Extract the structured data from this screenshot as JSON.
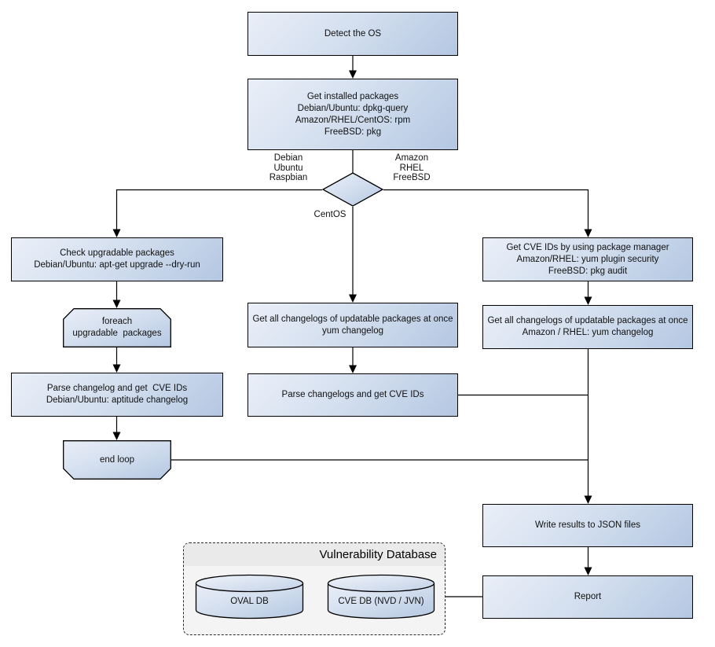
{
  "diagram": {
    "nodes": {
      "detect_os": "Detect the OS",
      "get_installed_packages": "Get installed packages\nDebian/Ubuntu: dpkg-query\nAmazon/RHEL/CentOS: rpm\nFreeBSD: pkg",
      "check_upgradable_packages": "Check upgradable packages\nDebian/Ubuntu: apt-get upgrade --dry-run",
      "foreach_loop": "foreach\nupgradable  packages",
      "parse_changelog_debian": "Parse changelog and get  CVE IDs\nDebian/Ubuntu: aptitude changelog",
      "end_loop": "end loop",
      "get_changelogs_centos": "Get all changelogs of updatable packages at once\nyum changelog",
      "parse_changelogs_centos": "Parse changelogs and get CVE IDs",
      "get_cve_ids_pkgmgr": "Get CVE IDs by using package manager\nAmazon/RHEL: yum plugin security\nFreeBSD: pkg audit",
      "get_changelogs_amazon": "Get all changelogs of updatable packages at once\nAmazon / RHEL: yum changelog",
      "write_results": "Write results to JSON files",
      "report": "Report",
      "oval_db": "OVAL DB",
      "cve_db": "CVE DB (NVD / JVN)"
    },
    "edge_labels": {
      "debian_branch": "Debian\nUbuntu\nRaspbian",
      "amazon_branch": "Amazon\nRHEL\nFreeBSD",
      "centos_branch": "CentOS"
    },
    "container": {
      "title": "Vulnerability Database"
    },
    "colors": {
      "node_fill_light": "#eaeff8",
      "node_fill_dark": "#b4c7e2",
      "node_border": "#000000",
      "container_fill": "#f4f4f4",
      "container_header": "#eaeaea",
      "connector": "#000000"
    }
  }
}
